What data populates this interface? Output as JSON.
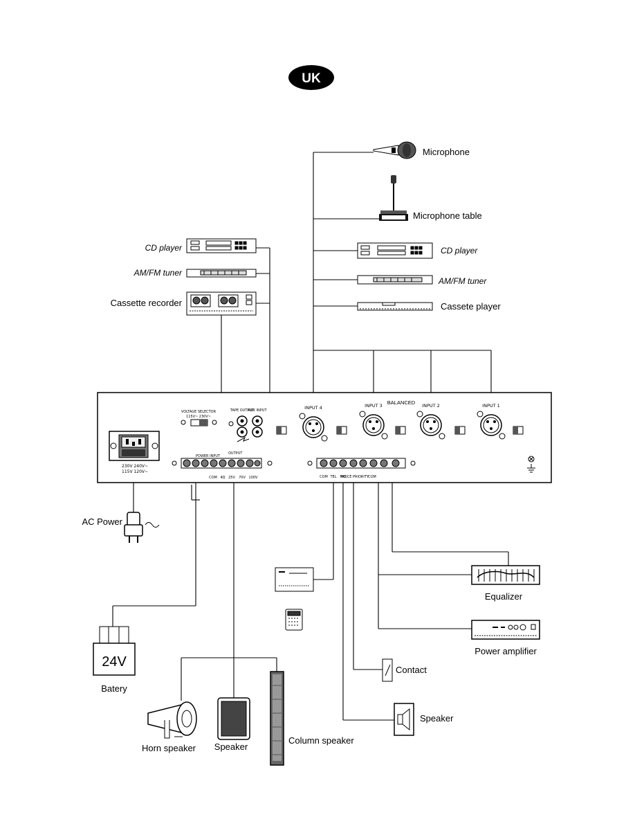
{
  "badge": {
    "text": "UK"
  },
  "devices": {
    "microphone": "Microphone",
    "microphone_table": "Microphone table",
    "cd_player_right": "CD player",
    "amfm_tuner_right": "AM/FM tuner",
    "cassette_player_right": "Cassete player",
    "cd_player_left": "CD player",
    "amfm_tuner_left": "AM/FM tuner",
    "cassette_recorder_left": "Cassette recorder",
    "ac_power": "AC Power",
    "battery_label": "Batery",
    "battery_voltage": "24V",
    "horn_speaker": "Horn speaker",
    "speaker_box": "Speaker",
    "column_speaker": "Column speaker",
    "equalizer": "Equalizer",
    "power_amplifier": "Power amplifier",
    "contact": "Contact",
    "speaker_right": "Speaker"
  },
  "panel": {
    "balanced": "BALANCED",
    "input4": "INPUT 4",
    "input3": "INPUT 3",
    "input2": "INPUT 2",
    "input1": "INPUT 1",
    "voltage_selector": "VOLTAGE SELECTOR",
    "voltage_values": "115V~  230V~",
    "tape_output": "TAPE OUTPUT",
    "aux_input": "AUX INPUT",
    "power_input": "POWER INPUT",
    "output": "OUTPUT",
    "mains_1": "230V  240V~",
    "mains_2": "115V  120V~",
    "out_terminals": [
      "COM",
      "4Ω",
      "25V",
      "70V",
      "100V"
    ],
    "ctrl_terminals": [
      "COM",
      "TEL",
      "MIC",
      "VOICE PRIORITY",
      "COM"
    ]
  }
}
